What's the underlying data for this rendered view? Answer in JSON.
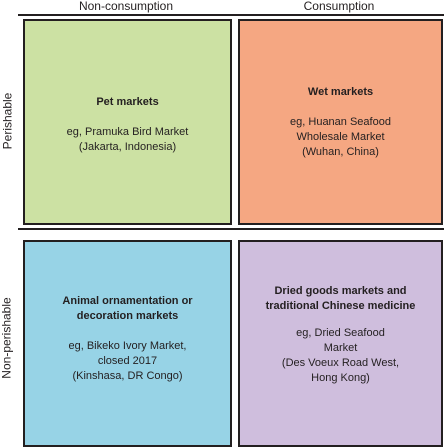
{
  "columns": {
    "left": "Non-consumption",
    "right": "Consumption"
  },
  "rows": {
    "top": "Perishable",
    "bottom": "Non-perishable"
  },
  "quadrants": {
    "top_left": {
      "title_lines": [
        "Pet markets"
      ],
      "example_lines": [
        "eg, Pramuka Bird Market",
        "(Jakarta, Indonesia)"
      ],
      "color": "#cce1a3"
    },
    "top_right": {
      "title_lines": [
        "Wet markets"
      ],
      "example_lines": [
        "eg, Huanan Seafood",
        "Wholesale Market",
        "(Wuhan, China)"
      ],
      "color": "#f5a782"
    },
    "bottom_left": {
      "title_lines": [
        "Animal ornamentation or",
        "decoration markets"
      ],
      "example_lines": [
        "eg, Bikeko Ivory Market,",
        "closed 2017",
        "(Kinshasa, DR Congo)"
      ],
      "color": "#97d3e6"
    },
    "bottom_right": {
      "title_lines": [
        "Dried goods markets and",
        "traditional Chinese medicine"
      ],
      "example_lines": [
        "eg, Dried Seafood",
        "Market",
        "(Des Voeux Road West,",
        "Hong Kong)"
      ],
      "color": "#cfbedd"
    }
  }
}
